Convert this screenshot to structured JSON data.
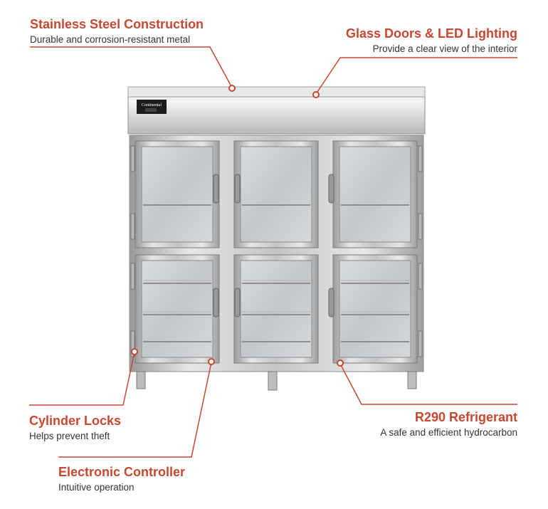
{
  "accent_color": "#c8472f",
  "product": {
    "brand_badge": "Continental",
    "icon_name": "three-section-refrigerator-illustration"
  },
  "callouts": {
    "stainless": {
      "title": "Stainless Steel Construction",
      "desc": "Durable and corrosion-resistant metal"
    },
    "glass": {
      "title": "Glass Doors & LED Lighting",
      "desc": "Provide a clear view of the interior"
    },
    "locks": {
      "title": "Cylinder Locks",
      "desc": "Helps prevent theft"
    },
    "refrigerant": {
      "title": "R290 Refrigerant",
      "desc": "A safe and efficient hydrocarbon"
    },
    "controller": {
      "title": "Electronic Controller",
      "desc": "Intuitive operation"
    }
  }
}
